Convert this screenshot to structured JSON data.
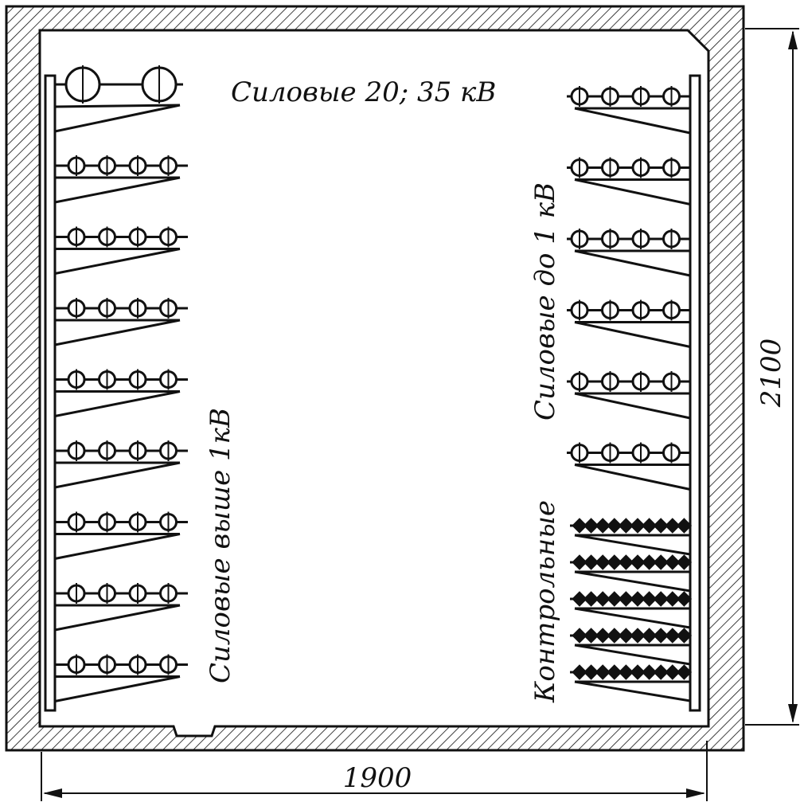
{
  "labels": {
    "hv_top": "Силовые 20; 35 кВ",
    "hv_left": "Силовые выше 1кВ",
    "lv_right": "Силовые до 1 кВ",
    "control": "Контрольные"
  },
  "dimensions": {
    "height": "2100",
    "width": "1900"
  },
  "left_shelves": {
    "top_shelf_cables": 2,
    "shelf_count": 8,
    "cables_per_shelf": 4
  },
  "right_shelves": {
    "power_shelf_count": 6,
    "power_cables_per_shelf": 4,
    "control_shelf_count": 5,
    "control_cables_per_shelf": 10
  },
  "colors": {
    "ink": "#111111",
    "background": "#ffffff"
  }
}
